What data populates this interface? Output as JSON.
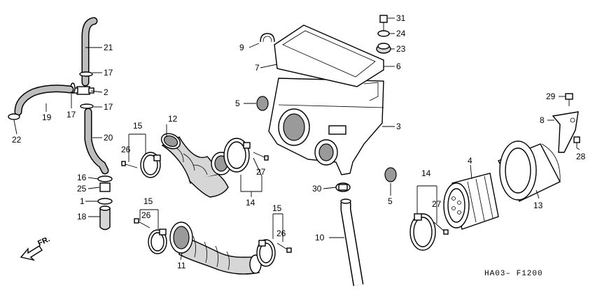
{
  "diagram": {
    "drawing_code": "HA03– F1200",
    "direction_label": "FR.",
    "callouts": [
      {
        "id": "c21",
        "text": "21"
      },
      {
        "id": "c17a",
        "text": "17"
      },
      {
        "id": "c2",
        "text": "2"
      },
      {
        "id": "c19",
        "text": "19"
      },
      {
        "id": "c17b",
        "text": "17"
      },
      {
        "id": "c17c",
        "text": "17"
      },
      {
        "id": "c22",
        "text": "22"
      },
      {
        "id": "c20",
        "text": "20"
      },
      {
        "id": "c16",
        "text": "16"
      },
      {
        "id": "c25",
        "text": "25"
      },
      {
        "id": "c1",
        "text": "1"
      },
      {
        "id": "c18",
        "text": "18"
      },
      {
        "id": "c15a",
        "text": "15"
      },
      {
        "id": "c26a",
        "text": "26"
      },
      {
        "id": "c12",
        "text": "12"
      },
      {
        "id": "c15b",
        "text": "15"
      },
      {
        "id": "c26b",
        "text": "26"
      },
      {
        "id": "c11",
        "text": "11"
      },
      {
        "id": "c15c",
        "text": "15"
      },
      {
        "id": "c26c",
        "text": "26"
      },
      {
        "id": "c27a",
        "text": "27"
      },
      {
        "id": "c14a",
        "text": "14"
      },
      {
        "id": "c9",
        "text": "9"
      },
      {
        "id": "c7",
        "text": "7"
      },
      {
        "id": "c5a",
        "text": "5"
      },
      {
        "id": "c31",
        "text": "31"
      },
      {
        "id": "c24",
        "text": "24"
      },
      {
        "id": "c23",
        "text": "23"
      },
      {
        "id": "c6",
        "text": "6"
      },
      {
        "id": "c3",
        "text": "3"
      },
      {
        "id": "c30",
        "text": "30"
      },
      {
        "id": "c5b",
        "text": "5"
      },
      {
        "id": "c10",
        "text": "10"
      },
      {
        "id": "c29",
        "text": "29"
      },
      {
        "id": "c8",
        "text": "8"
      },
      {
        "id": "c28",
        "text": "28"
      },
      {
        "id": "c4",
        "text": "4"
      },
      {
        "id": "c14b",
        "text": "14"
      },
      {
        "id": "c27b",
        "text": "27"
      },
      {
        "id": "c13",
        "text": "13"
      }
    ]
  }
}
